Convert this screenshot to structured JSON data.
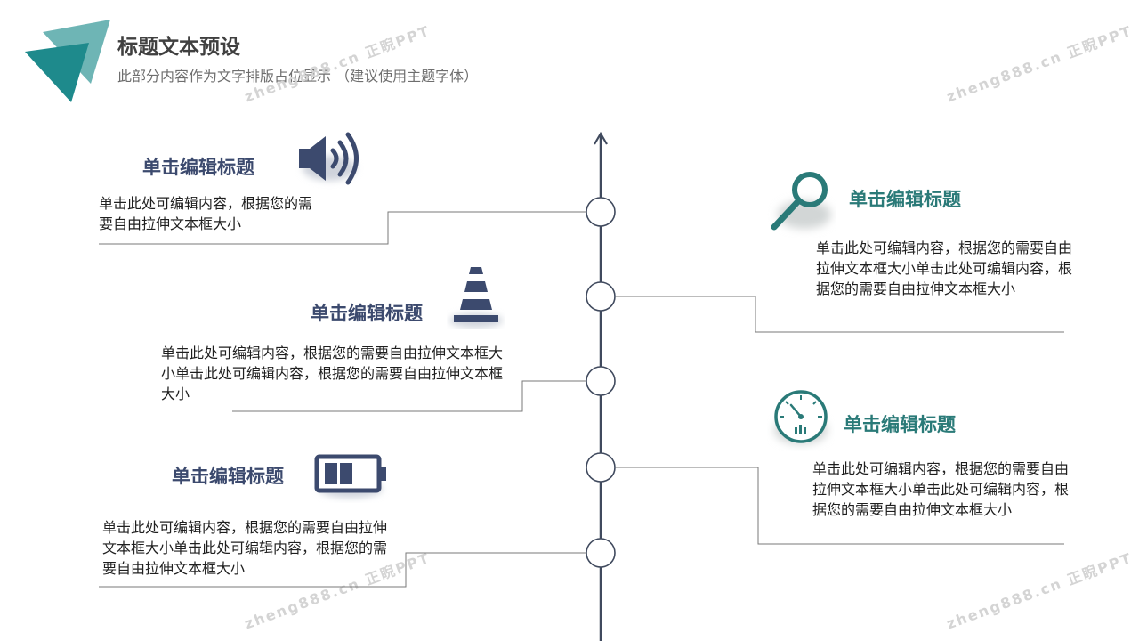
{
  "header": {
    "title": "标题文本预设",
    "subtitle": "此部分内容作为文字排版占位显示 （建议使用主题字体）"
  },
  "watermark": {
    "text": "zheng888.cn 正睨PPT"
  },
  "colors": {
    "navy": "#3c4a6e",
    "teal": "#2a7a78",
    "timeline": "#404a5e",
    "connector": "#7a7a7a"
  },
  "items": [
    {
      "side": "left",
      "title": "单击编辑标题",
      "body": "单击此处可编辑内容，根据您的需要自由拉伸文本框大小",
      "icon": "speaker-icon"
    },
    {
      "side": "right",
      "title": "单击编辑标题",
      "body": "单击此处可编辑内容，根据您的需要自由拉伸文本框大小单击此处可编辑内容，根据您的需要自由拉伸文本框大小",
      "icon": "magnifier-icon"
    },
    {
      "side": "left",
      "title": "单击编辑标题",
      "body": "单击此处可编辑内容，根据您的需要自由拉伸文本框大小单击此处可编辑内容，根据您的需要自由拉伸文本框大小",
      "icon": "traffic-cone-icon"
    },
    {
      "side": "right",
      "title": "单击编辑标题",
      "body": "单击此处可编辑内容，根据您的需要自由拉伸文本框大小单击此处可编辑内容，根据您的需要自由拉伸文本框大小",
      "icon": "gauge-icon"
    },
    {
      "side": "left",
      "title": "单击编辑标题",
      "body": "单击此处可编辑内容，根据您的需要自由拉伸文本框大小单击此处可编辑内容，根据您的需要自由拉伸文本框大小",
      "icon": "battery-icon"
    }
  ]
}
